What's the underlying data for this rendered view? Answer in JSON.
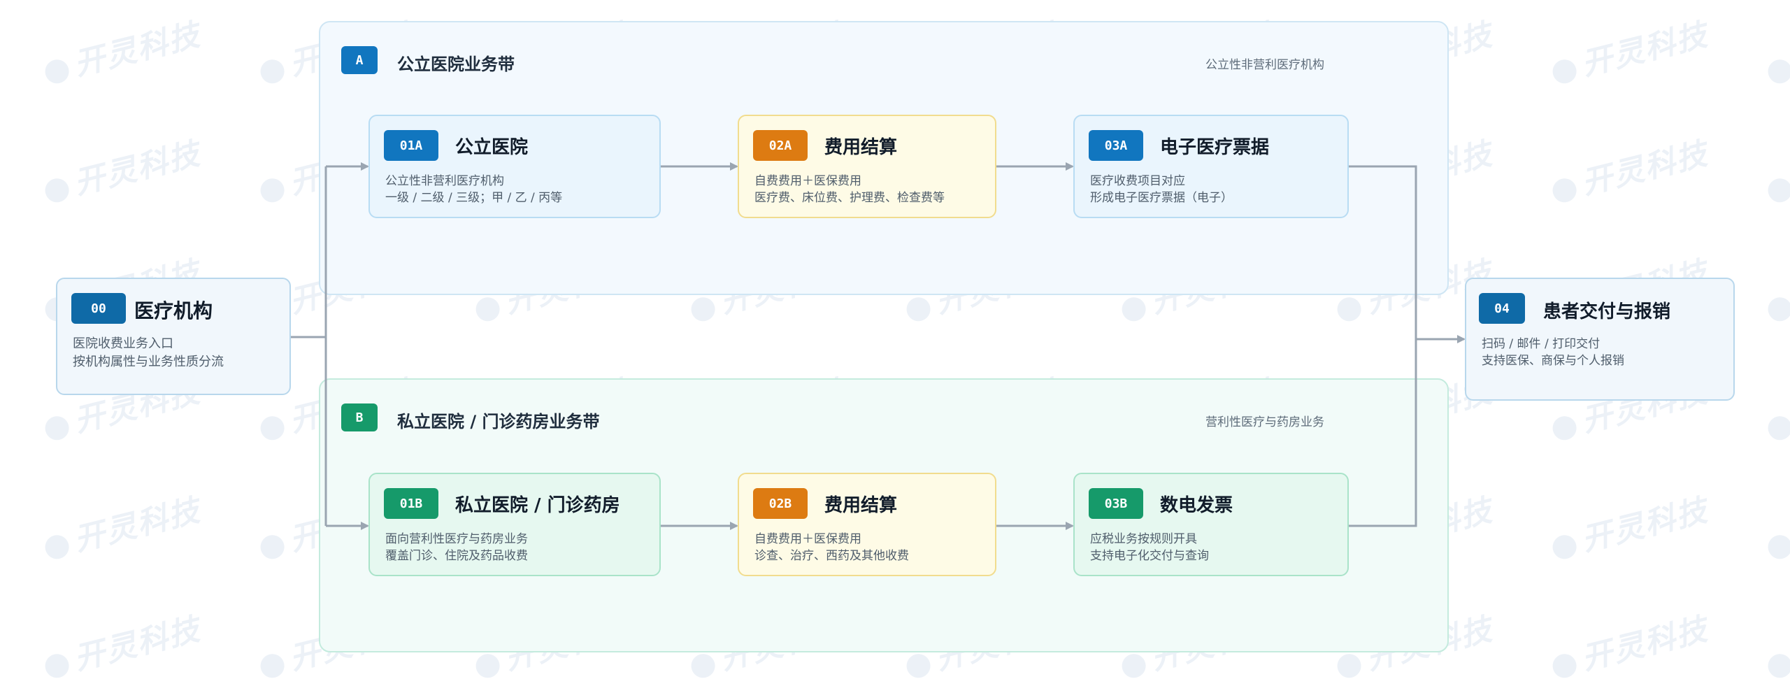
{
  "watermark": "开灵科技",
  "colors": {
    "blue": "#1176bf",
    "gold": "#dd7b12",
    "green": "#169a6a",
    "arrow": "#9aa5b1"
  },
  "bands": {
    "a": {
      "badge": "A",
      "title": "公立医院业务带",
      "note": "公立性非营利医疗机构"
    },
    "b": {
      "badge": "B",
      "title": "私立医院 / 门诊药房业务带",
      "note": "营利性医疗与药房业务"
    }
  },
  "nodes": {
    "start": {
      "badge": "00",
      "title": "医疗机构",
      "desc1": "医院收费业务入口",
      "desc2": "按机构属性与业务性质分流"
    },
    "n01a": {
      "badge": "01A",
      "title": "公立医院",
      "desc1": "公立性非营利医疗机构",
      "desc2": "一级 / 二级 / 三级；甲 / 乙 / 丙等"
    },
    "n02a": {
      "badge": "02A",
      "title": "费用结算",
      "desc1": "自费费用＋医保费用",
      "desc2": "医疗费、床位费、护理费、检查费等"
    },
    "n03a": {
      "badge": "03A",
      "title": "电子医疗票据",
      "desc1": "医疗收费项目对应",
      "desc2": "形成电子医疗票据（电子）"
    },
    "n01b": {
      "badge": "01B",
      "title": "私立医院 / 门诊药房",
      "desc1": "面向营利性医疗与药房业务",
      "desc2": "覆盖门诊、住院及药品收费"
    },
    "n02b": {
      "badge": "02B",
      "title": "费用结算",
      "desc1": "自费费用＋医保费用",
      "desc2": "诊查、治疗、西药及其他收费"
    },
    "n03b": {
      "badge": "03B",
      "title": "数电发票",
      "desc1": "应税业务按规则开具",
      "desc2": "支持电子化交付与查询"
    },
    "end": {
      "badge": "04",
      "title": "患者交付与报销",
      "desc1": "扫码 / 邮件 / 打印交付",
      "desc2": "支持医保、商保与个人报销"
    }
  }
}
